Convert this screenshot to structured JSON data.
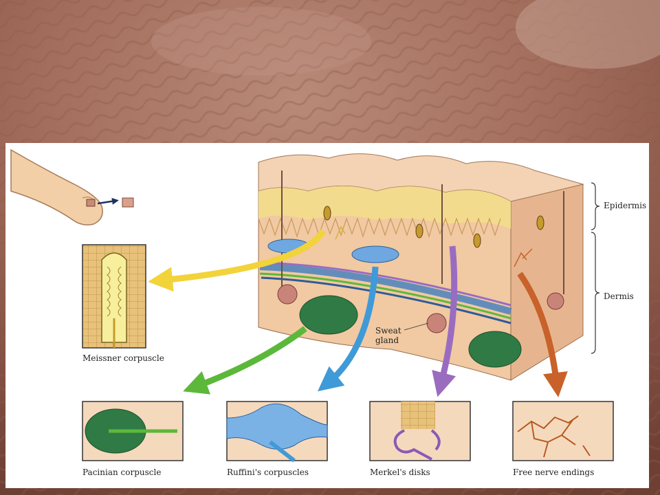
{
  "labels": {
    "epidermis": "Epidermis",
    "dermis": "Dermis",
    "sweat_gland": [
      "Sweat",
      "gland"
    ],
    "meissner": "Meissner corpuscle",
    "pacinian": "Pacinian corpuscle",
    "ruffini": "Ruffini's corpuscles",
    "merkel": "Merkel's disks",
    "free_nerve": "Free nerve endings"
  },
  "colors": {
    "meissner_arrow": "#f2d33a",
    "pacinian_arrow": "#5cb83a",
    "ruffini_arrow": "#3f9ad8",
    "merkel_arrow": "#9a6cc0",
    "free_nerve_arrow": "#c8622a",
    "skin": "#f1c9a2",
    "epidermis_yellow": "#f3dd8c",
    "pacinian_green": "#2f7a45"
  }
}
